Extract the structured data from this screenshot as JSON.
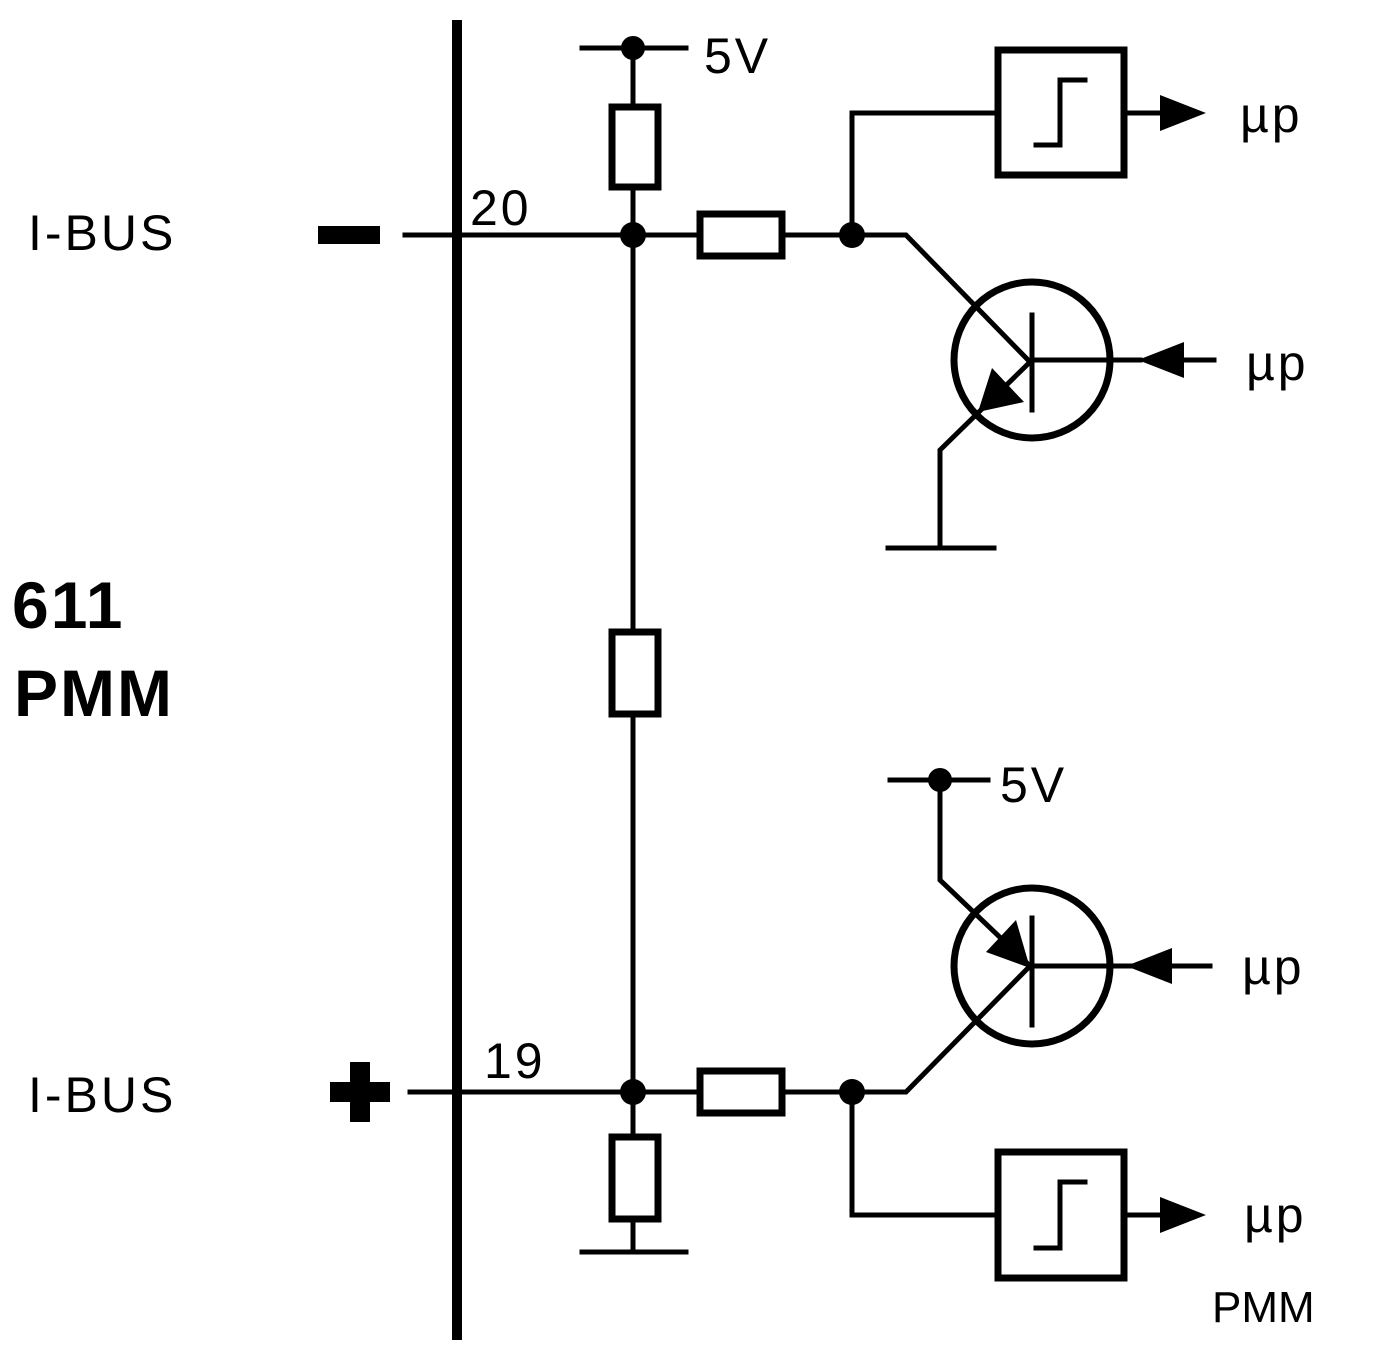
{
  "labels": {
    "bus_minus": "I-BUS",
    "bus_plus": "I-BUS",
    "pin_minus": "20",
    "pin_plus": "19",
    "supply_top": "5V",
    "supply_bottom": "5V",
    "module_number": "611",
    "module_name": "PMM",
    "mp_comparator_top": "µp",
    "mp_transistor_top": "µp",
    "mp_transistor_bottom": "µp",
    "mp_comparator_bottom": "µp",
    "caption": "PMM"
  },
  "icons": {
    "minus_symbol": "minus-sign",
    "plus_symbol": "plus-sign",
    "comparator": "schmitt-trigger-step",
    "transistor": "bipolar-transistor"
  }
}
